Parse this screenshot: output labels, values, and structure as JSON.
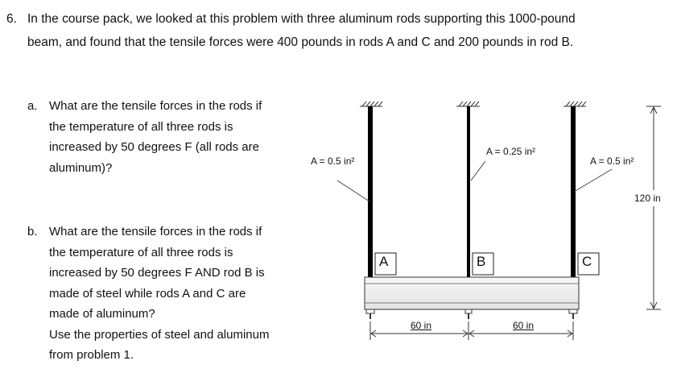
{
  "problem": {
    "number": "6.",
    "intro_line1": "In the course pack, we looked at this problem with three aluminum rods supporting this 1000-pound",
    "intro_line2": "beam, and found that the tensile forces were 400 pounds in rods A and C and 200 pounds in rod B."
  },
  "part_a": {
    "label": "a.",
    "lines": [
      "What are the tensile forces in the rods if",
      "the temperature of all three rods is",
      "increased by 50 degrees F (all rods are",
      "aluminum)?"
    ]
  },
  "part_b": {
    "label": "b.",
    "lines": [
      "What are the tensile forces in the rods if",
      "the temperature of all three rods is",
      "increased by 50 degrees F AND rod B is",
      "made of steel while rods A and C are",
      "made of aluminum?",
      "Use the properties of steel and aluminum",
      "from problem 1."
    ]
  },
  "diagram": {
    "rod_a_area": "A = 0.5 in²",
    "rod_b_area": "A = 0.25 in²",
    "rod_c_area": "A = 0.5 in²",
    "rod_a_label": "A",
    "rod_b_label": "B",
    "rod_c_label": "C",
    "length": "120 in",
    "spacing_left": "60 in",
    "spacing_right": "60 in"
  }
}
